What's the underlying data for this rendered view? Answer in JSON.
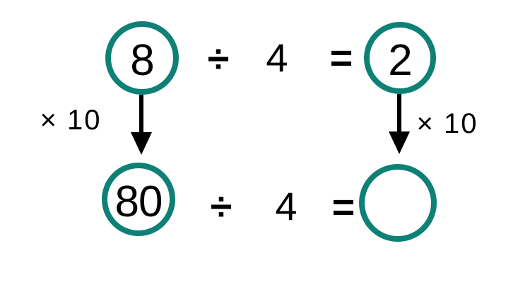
{
  "colors": {
    "accent": "#0e8076",
    "text": "#000000",
    "background": "#ffffff"
  },
  "top_equation": {
    "dividend": "8",
    "divide_sign": "÷",
    "divisor": "4",
    "equals_sign": "=",
    "quotient": "2"
  },
  "bottom_equation": {
    "dividend": "80",
    "divide_sign": "÷",
    "divisor": "4",
    "equals_sign": "=",
    "quotient": ""
  },
  "arrows": {
    "left_label": "× 10",
    "right_label": "× 10"
  }
}
